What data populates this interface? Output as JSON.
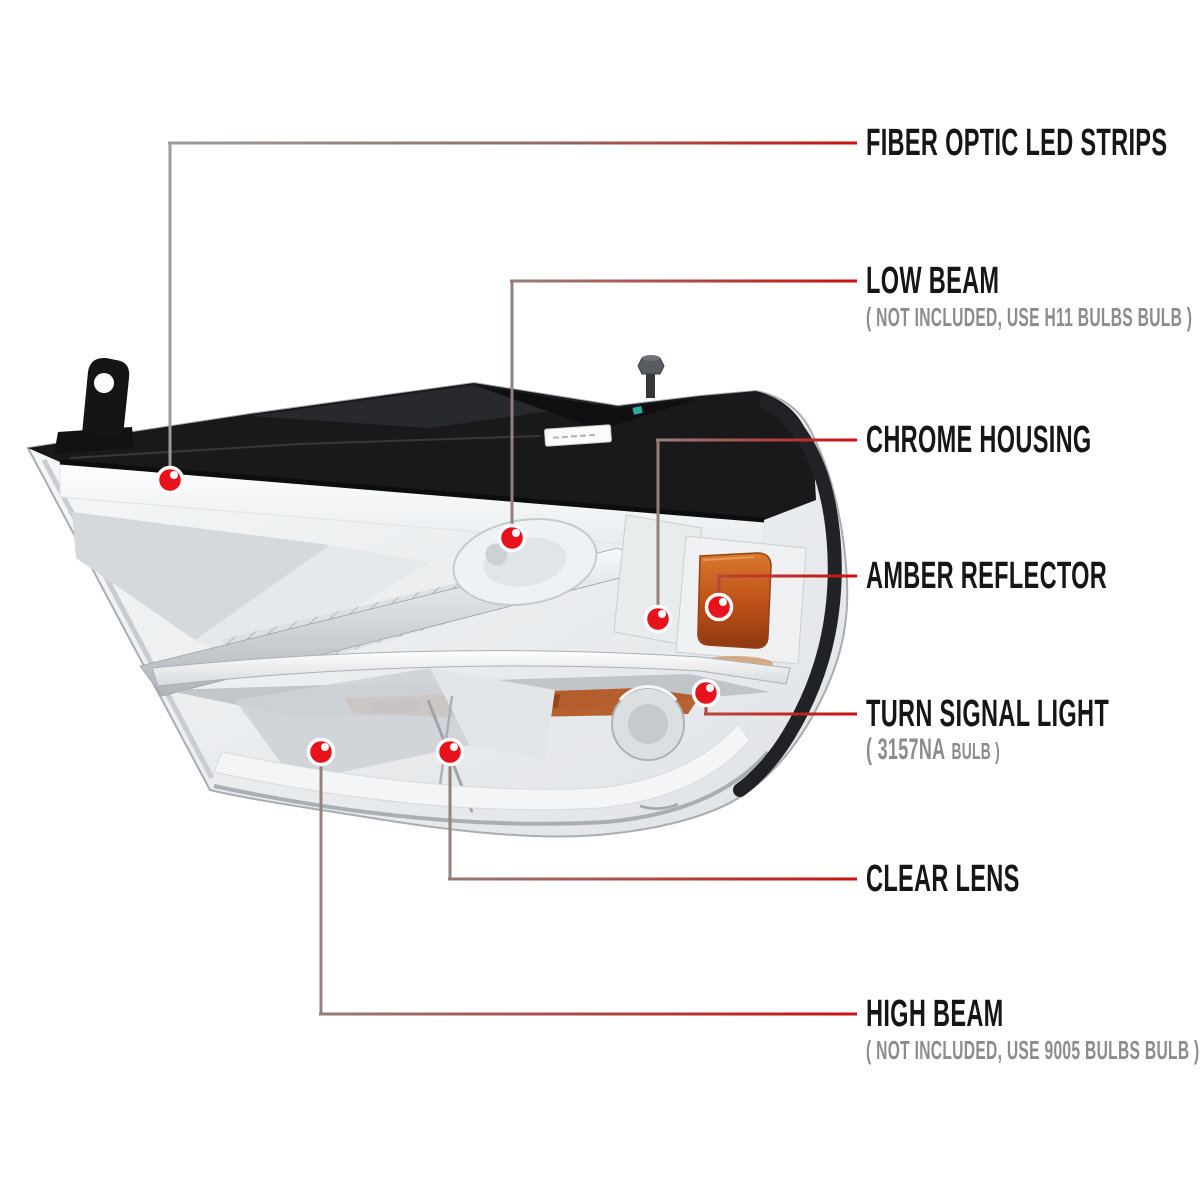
{
  "figure": {
    "name": "headlight-features-callout-diagram",
    "colors": {
      "accent_red": "#cb100f",
      "dot_red": "#e9111c",
      "leader_gray": "#9c9c9c",
      "label_text": "#161616",
      "subtitle_text": "#8c8c8c",
      "amber_reflector": "#c3571c",
      "housing_black": "#19191b"
    }
  },
  "callouts": [
    {
      "id": "fiber-optic-led-strips",
      "label": "FIBER OPTIC LED STRIPS",
      "sub": ""
    },
    {
      "id": "low-beam",
      "label": "LOW BEAM",
      "sub": "( NOT INCLUDED, USE H11 BULBS BULB )"
    },
    {
      "id": "chrome-housing",
      "label": "CHROME HOUSING",
      "sub": ""
    },
    {
      "id": "amber-reflector",
      "label": "AMBER REFLECTOR",
      "sub": ""
    },
    {
      "id": "turn-signal-light",
      "label": "TURN SIGNAL LIGHT",
      "sub_big": "( 3157NA",
      "sub_small": "BULB )"
    },
    {
      "id": "clear-lens",
      "label": "CLEAR LENS",
      "sub": ""
    },
    {
      "id": "high-beam",
      "label": "HIGH BEAM",
      "sub": "( NOT INCLUDED, USE 9005 BULBS BULB )"
    }
  ]
}
